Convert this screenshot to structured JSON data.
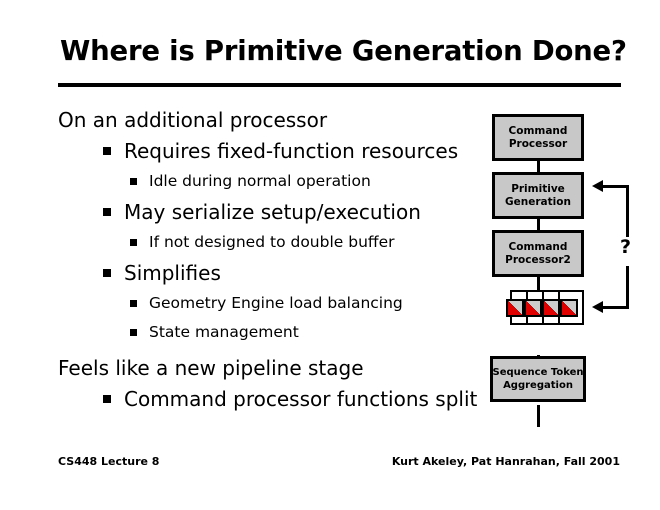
{
  "slide": {
    "title": "Where is Primitive Generation Done?",
    "bullets": [
      {
        "level": 1,
        "text": "On an additional processor"
      },
      {
        "level": 2,
        "text": "Requires fixed-function resources"
      },
      {
        "level": 3,
        "text": "Idle during normal operation"
      },
      {
        "level": 2,
        "text": "May serialize setup/execution"
      },
      {
        "level": 3,
        "text": "If not designed to double buffer"
      },
      {
        "level": 2,
        "text": "Simplifies"
      },
      {
        "level": 3,
        "text": "Geometry Engine load balancing"
      },
      {
        "level": 3,
        "text": "State management"
      },
      {
        "level": 1,
        "text": "Feels like a new pipeline stage"
      },
      {
        "level": 2,
        "text": "Command processor functions split"
      }
    ]
  },
  "footer": {
    "left": "CS448 Lecture 8",
    "right": "Kurt Akeley, Pat Hanrahan, Fall 2001"
  },
  "diagram": {
    "boxes": [
      {
        "id": "command-processor",
        "lines": [
          "Command",
          "Processor"
        ]
      },
      {
        "id": "primitive-generation",
        "lines": [
          "Primitive",
          "Generation"
        ]
      },
      {
        "id": "command-processor-2",
        "lines": [
          "Command",
          "Processor2"
        ]
      },
      {
        "id": "sequence-token-aggregation",
        "lines": [
          "Sequence Token",
          "Aggregation"
        ]
      }
    ],
    "geometry_engines": {
      "count": 4,
      "label": "geometry-engine-array"
    },
    "feedback_label": "?",
    "colors": {
      "box_fill": "#c8c8c8",
      "box_border": "#000000",
      "engine_accent": "#e00000",
      "engine_fill": "#cccccc",
      "line": "#000000"
    }
  }
}
